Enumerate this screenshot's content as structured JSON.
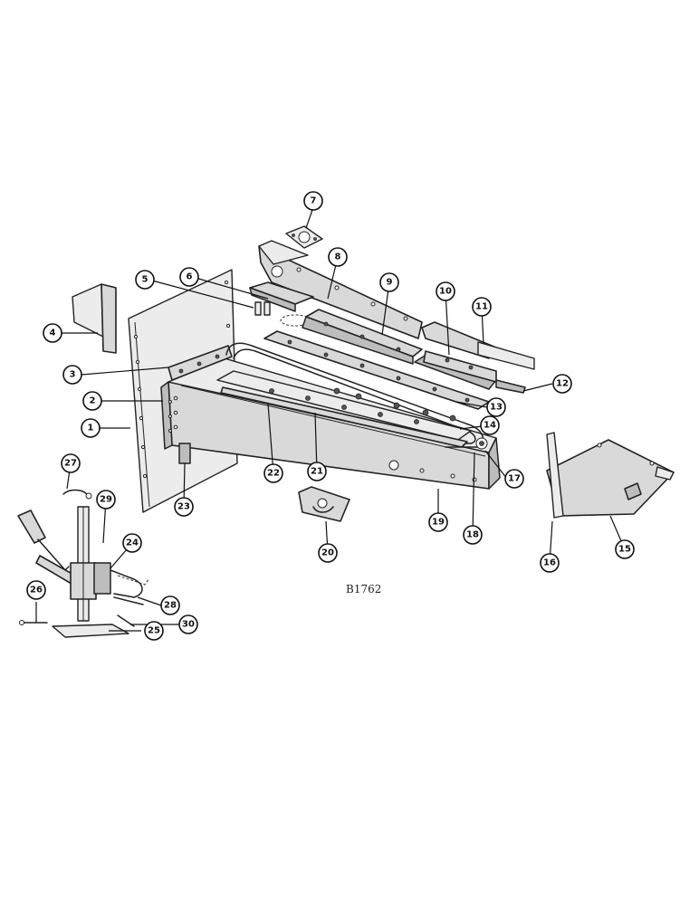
{
  "figure_code": "B1762",
  "callouts": [
    "1",
    "2",
    "3",
    "4",
    "5",
    "6",
    "7",
    "8",
    "9",
    "10",
    "11",
    "12",
    "13",
    "14",
    "15",
    "16",
    "17",
    "18",
    "19",
    "20",
    "21",
    "22",
    "23",
    "24",
    "25",
    "26",
    "27",
    "28",
    "29",
    "30"
  ]
}
